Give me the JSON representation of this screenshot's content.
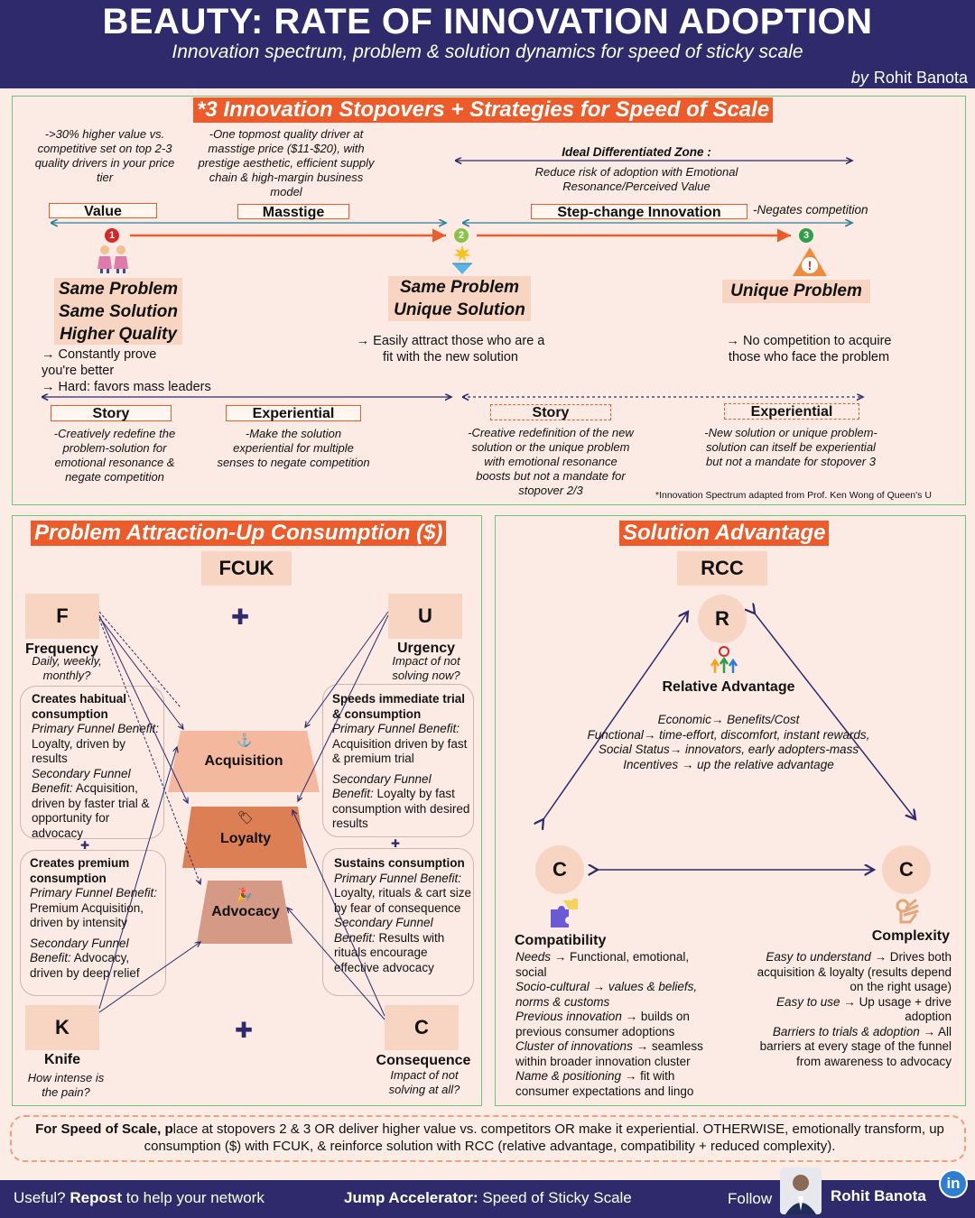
{
  "header": {
    "title": "BEAUTY: RATE OF INNOVATION ADOPTION",
    "subtitle": "Innovation spectrum, problem & solution dynamics for speed of sticky scale",
    "by": "by",
    "author": "Rohit Banota"
  },
  "stopovers": {
    "title": "*3 Innovation Stopovers + Strategies for Speed of  Scale",
    "value_note": "->30% higher value vs. competitive set on top 2-3  quality drivers in your price tier",
    "masstige_note": "-One topmost quality driver at masstige price ($11-$20), with prestige aesthetic, efficient supply chain & high-margin business model",
    "ideal_zone_title": "Ideal Differentiated Zone :",
    "ideal_zone_text": "Reduce risk of adoption with Emotional Resonance/Perceived Value",
    "labels": {
      "value": "Value",
      "masstige": "Masstige",
      "step_change": "Step-change Innovation",
      "negates": "-Negates competition"
    },
    "stops": [
      {
        "num": "1",
        "line1": "Same Problem",
        "line2": "Same Solution",
        "line3": "Higher Quality"
      },
      {
        "num": "2",
        "line1": "Same Problem",
        "line2": "Unique Solution"
      },
      {
        "num": "3",
        "line1": "Unique Problem"
      }
    ],
    "stop1_notes": [
      "→ Constantly prove you're better",
      "→ Hard: favors mass leaders"
    ],
    "stop2_note": "→ Easily attract those who are a fit with the new solution",
    "stop3_note": "→ No competition to acquire those who face the problem",
    "strategies": [
      {
        "label": "Story",
        "text": "-Creatively redefine the problem-solution for emotional resonance & negate competition"
      },
      {
        "label": "Experiential",
        "text": "-Make the solution experiential for multiple senses to negate competition"
      },
      {
        "label": "Story",
        "text": "-Creative redefinition of the new solution or the unique problem with emotional resonance boosts but not a mandate for stopover 2/3"
      },
      {
        "label": "Experiential",
        "text": "-New solution or unique problem-solution can  itself be experiential but not a mandate for stopover 3"
      }
    ],
    "footnote": "*Innovation Spectrum adapted from Prof. Ken Wong of Queen's U"
  },
  "fcuk": {
    "title": "Problem Attraction-Up Consumption ($)",
    "acronym": "FCUK",
    "plus": "✚",
    "F": {
      "letter": "F",
      "name": "Frequency",
      "q": "Daily, weekly, monthly?"
    },
    "U": {
      "letter": "U",
      "name": "Urgency",
      "q": "Impact of not solving now?"
    },
    "K": {
      "letter": "K",
      "name": "Knife",
      "q": "How intense is the pain?"
    },
    "C": {
      "letter": "C",
      "name": "Consequence",
      "q": "Impact of not solving at all?"
    },
    "funnel": {
      "acquisition": "Acquisition",
      "loyalty": "Loyalty",
      "advocacy": "Advocacy"
    },
    "boxes": {
      "habitual": {
        "title": "Creates habitual consumption",
        "p_label": "Primary Funnel Benefit:",
        "p_text": "Loyalty, driven by results",
        "s_label": "Secondary Funnel Benefit:",
        "s_text": "Acquisition, driven by faster trial &  opportunity for advocacy"
      },
      "premium": {
        "title": "Creates premium consumption",
        "p_label": "Primary Funnel Benefit:",
        "p_text": "Premium Acquisition, driven by intensity",
        "s_label": "Secondary Funnel Benefit:",
        "s_text": "Advocacy, driven by deep relief"
      },
      "speeds": {
        "title": "Speeds immediate trial & consumption",
        "p_label": "Primary Funnel Benefit:",
        "p_text": "Acquisition driven by fast & premium trial",
        "s_label": "Secondary Funnel Benefit:",
        "s_text": "Loyalty  by fast consumption with desired results"
      },
      "sustains": {
        "title": "Sustains consumption",
        "p_label": "Primary Funnel Benefit:",
        "p_text": "Loyalty, rituals & cart size by fear of consequence",
        "s_label": "Secondary Funnel Benefit:",
        "s_text": "Results with rituals encourage effective advocacy"
      }
    }
  },
  "rcc": {
    "title": "Solution Advantage",
    "acronym": "RCC",
    "R": {
      "letter": "R",
      "name": "Relative Advantage",
      "lines": [
        {
          "k": "Economic",
          "v": "Benefits/Cost"
        },
        {
          "k": "Functional",
          "v": "time-effort, discomfort, instant rewards,"
        },
        {
          "k": "Social Status",
          "v": "innovators, early adopters-mass"
        },
        {
          "k": "Incentives",
          "v": "up the relative advantage"
        }
      ]
    },
    "C1": {
      "letter": "C",
      "name": "Compatibility",
      "lines": [
        {
          "k": "Needs",
          "v": "Functional, emotional, social"
        },
        {
          "k": "Socio-cultural",
          "v": "values & beliefs, norms & customs"
        },
        {
          "k": "Previous innovation",
          "v": "builds on previous consumer adoptions"
        },
        {
          "k": "Cluster of innovations",
          "v": "seamless within broader innovation cluster"
        },
        {
          "k": "Name & positioning",
          "v": "fit with consumer expectations and lingo"
        }
      ]
    },
    "C2": {
      "letter": "C",
      "name": "Complexity",
      "lines": [
        {
          "k": "Easy to understand",
          "v": "Drives both acquisition & loyalty (results depend on the right usage)"
        },
        {
          "k": "Easy to use",
          "v": "Up usage + drive adoption"
        },
        {
          "k": "Barriers to trials & adoption",
          "v": "All barriers at every stage of the funnel from awareness to advocacy"
        }
      ]
    }
  },
  "summary": {
    "lead": "For Speed of Scale, p",
    "text": "lace at stopovers 2 & 3 OR deliver higher value vs. competitors OR make it experiential. OTHERWISE, emotionally transform, up consumption ($) with FCUK, & reinforce solution with RCC (relative advantage, compatibility + reduced complexity)."
  },
  "footer": {
    "useful": "Useful?",
    "repost": "Repost",
    "help": "to help your network",
    "jump": "Jump Accelerator:",
    "jump_text": "Speed of Sticky Scale",
    "follow": "Follow",
    "name": "Rohit Banota",
    "in": "in"
  },
  "colors": {
    "navy": "#2e2a6b",
    "orange": "#ec5b29",
    "green": "#6cc57a",
    "peach": "#f8d5c3",
    "teal": "#2f7f9a"
  }
}
